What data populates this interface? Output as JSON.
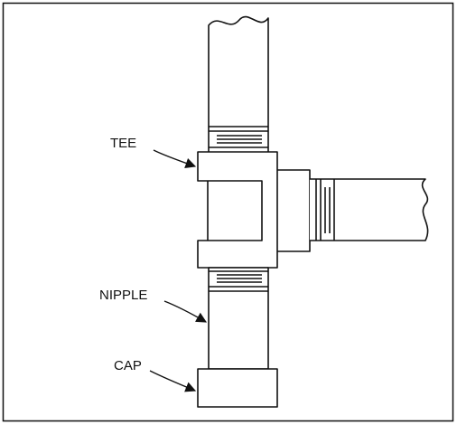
{
  "labels": {
    "tee": "TEE",
    "nipple": "NIPPLE",
    "cap": "CAP"
  },
  "colors": {
    "line": "#111111",
    "background": "#ffffff"
  }
}
